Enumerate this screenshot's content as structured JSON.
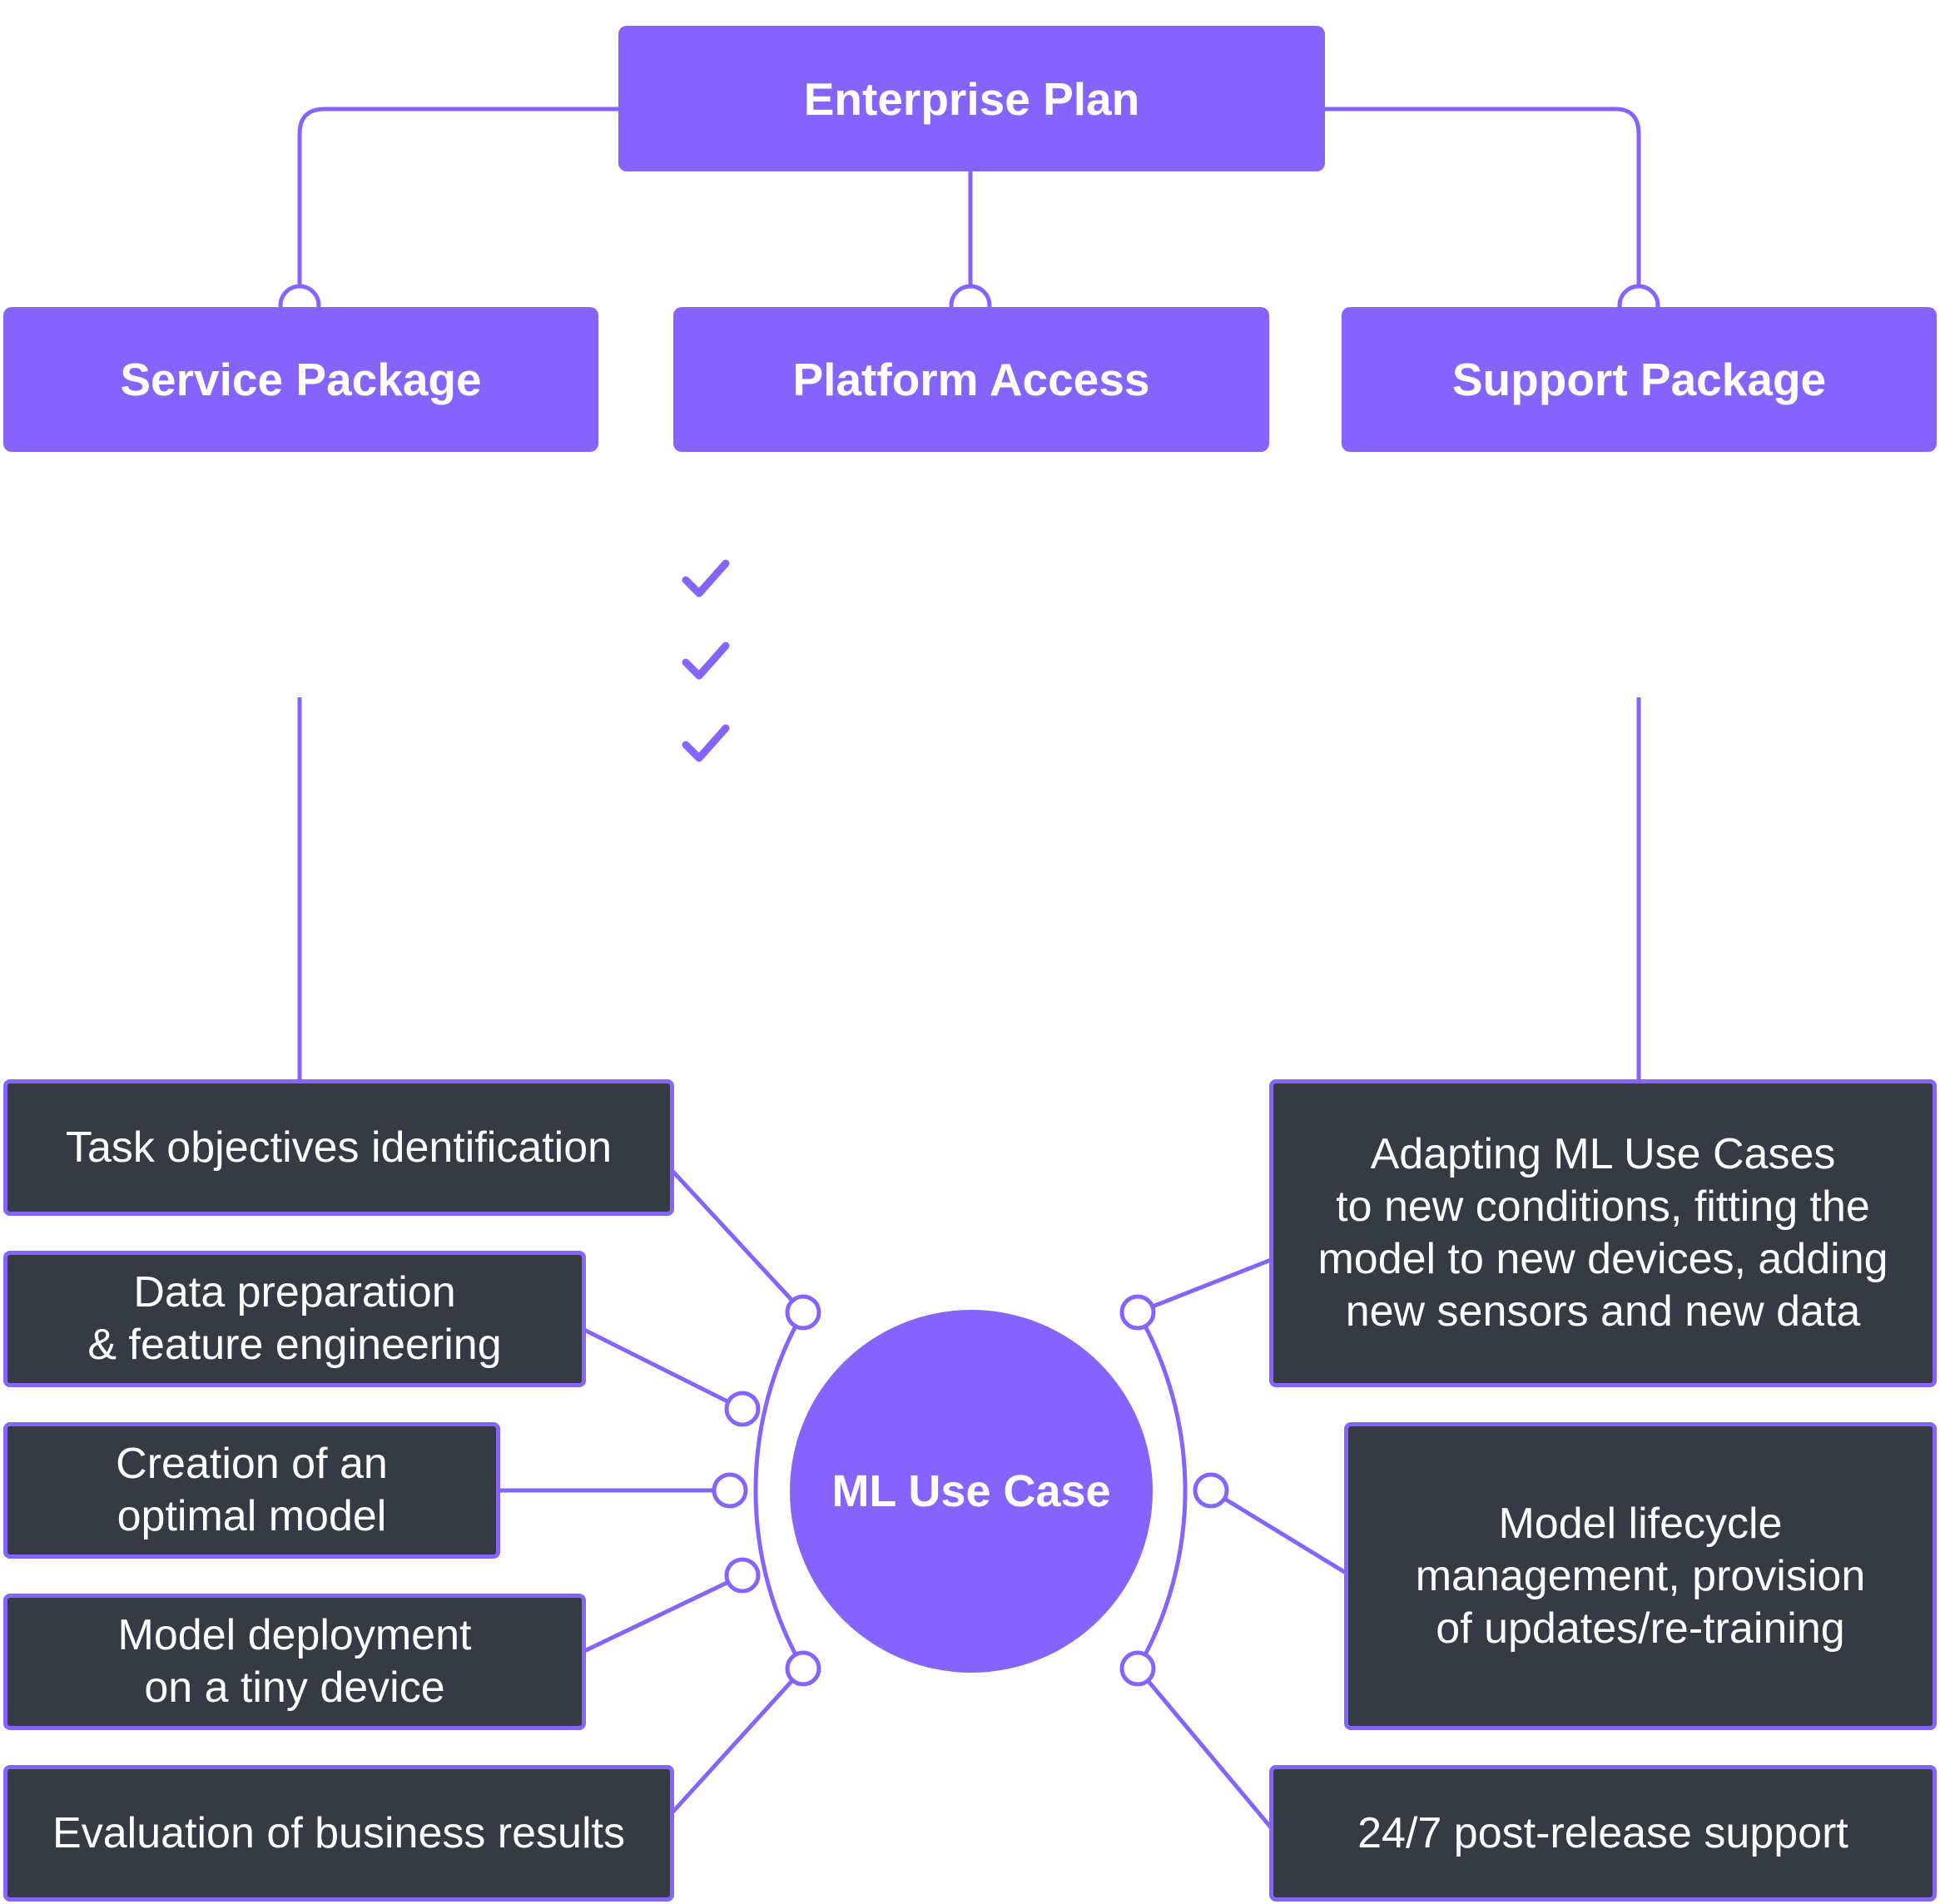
{
  "root": {
    "label": "Enterprise Plan"
  },
  "level2": {
    "service": "Service Package",
    "platform": "Platform Access",
    "support": "Support Package"
  },
  "hidden_text": {
    "service_desc": "",
    "platform_items": [
      "",
      "",
      ""
    ],
    "support_desc": ""
  },
  "center": {
    "label": "ML Use Case"
  },
  "left_items": [
    "Task objectives identification",
    "Data preparation\n& feature engineering",
    "Creation of an\noptimal model",
    "Model deployment\non a tiny device",
    "Evaluation of business results"
  ],
  "right_items": [
    "Adapting ML Use Cases\nto new conditions, fitting the\nmodel to new devices, adding\nnew sensors and new data",
    "Model lifecycle\nmanagement, provision\nof updates/re-training",
    "24/7 post-release support"
  ],
  "colors": {
    "accent": "#8563fd",
    "dark_box": "#363a43",
    "background": "#ffffff"
  },
  "icons": [
    "check-icon",
    "check-icon",
    "check-icon"
  ]
}
